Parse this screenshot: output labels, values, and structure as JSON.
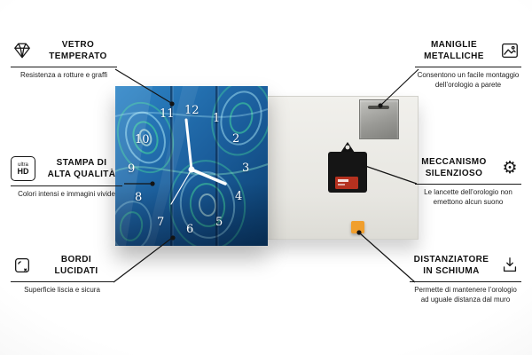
{
  "product": {
    "name": "glass-wall-clock",
    "clock_numbers": [
      "11",
      "12",
      "1",
      "10",
      "2",
      "9",
      "3",
      "8",
      "4",
      "7",
      "5",
      "6"
    ],
    "colors": {
      "glass_blue_light": "#2e86c8",
      "glass_blue_dark": "#0b3e6d",
      "pattern_teal": "#45d89c",
      "pattern_lightblue": "#a8e6f5",
      "back_panel": "#eceae5",
      "foam_spacer": "#f09f2e",
      "mechanism": "#151515",
      "battery_red": "#b5311f"
    }
  },
  "callouts": {
    "left": [
      {
        "icon": "diamond-icon",
        "title_lines": [
          "VETRO",
          "TEMPERATO"
        ],
        "description": "Resistenza a rotture e graffi"
      },
      {
        "icon": "ultra-hd-icon",
        "icon_text_top": "ultra",
        "icon_text_bottom": "HD",
        "title_lines": [
          "STAMPA DI",
          "ALTA QUALITÀ"
        ],
        "description": "Colori intensi e immagini vivide"
      },
      {
        "icon": "polished-edge-icon",
        "title_lines": [
          "BORDI",
          "LUCIDATI"
        ],
        "description": "Superficie liscia e sicura"
      }
    ],
    "right": [
      {
        "icon": "frame-icon",
        "title_lines": [
          "MANIGLIE",
          "METALLICHE"
        ],
        "description": "Consentono un facile montaggio dell’orologio a parete"
      },
      {
        "icon": "gear-icon",
        "icon_glyph": "⚙",
        "title_lines": [
          "MECCANISMO",
          "SILENZIOSO"
        ],
        "description": "Le lancette dell’orologio non emettono alcun suono"
      },
      {
        "icon": "foam-spacer-icon",
        "title_lines": [
          "DISTANZIATORE",
          "IN SCHIUMA"
        ],
        "description": "Permette di mantenere l’orologio ad uguale distanza dal muro"
      }
    ]
  }
}
